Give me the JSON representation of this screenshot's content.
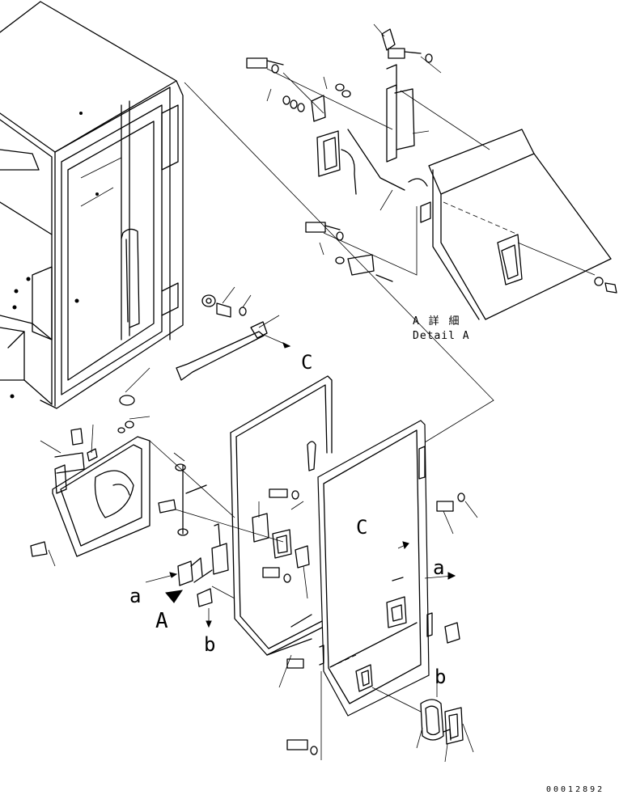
{
  "diagram": {
    "type": "exploded parts diagram",
    "subject": "cab door assembly",
    "detail_label_jp": "A 詳 細",
    "detail_label_en": "Detail A",
    "callouts": {
      "C_upper": "C",
      "C_door": "C",
      "a_left": "a",
      "a_right": "a",
      "b_lower": "b",
      "b_right": "b",
      "A_view": "A"
    },
    "document_number": "00012892"
  }
}
